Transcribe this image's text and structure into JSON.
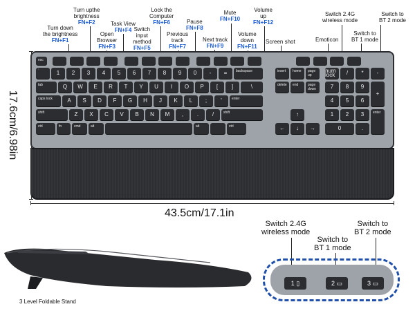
{
  "callouts": {
    "turn_down_brightness": {
      "label": "Turn down\nthe brightness",
      "fn": "FN+F1"
    },
    "turn_up_brightness": {
      "label": "Turn upthe\nbrightness",
      "fn": "FN+F2"
    },
    "open_browser": {
      "label": "Open\nBrowser",
      "fn": "FN+F3"
    },
    "task_view": {
      "label": "Task View",
      "fn": "FN+F4"
    },
    "switch_input_method": {
      "label": "Switch\ninput\nmethod",
      "fn": "FN+F5"
    },
    "lock_computer": {
      "label": "Lock the\nComputer",
      "fn": "FN+F6"
    },
    "previous_track": {
      "label": "Previous\ntrack",
      "fn": "FN+F7"
    },
    "pause": {
      "label": "Pause",
      "fn": "FN+F8"
    },
    "next_track": {
      "label": "Next track",
      "fn": "FN+F9"
    },
    "mute": {
      "label": "Mute",
      "fn": "FN+F10"
    },
    "volume_down": {
      "label": "Volume\ndown",
      "fn": "FN+F11"
    },
    "volume_up": {
      "label": "Volume\nup",
      "fn": "FN+F12"
    },
    "screen_shot": {
      "label": "Screen shot",
      "fn": ""
    },
    "emoticon": {
      "label": "Emoticon",
      "fn": ""
    },
    "switch_24g": {
      "label": "Switch 2.4G\nwireless mode",
      "fn": ""
    },
    "switch_bt1": {
      "label": "Switch to\nBT 1 mode",
      "fn": ""
    },
    "switch_bt2": {
      "label": "Switch to\nBT 2 mode",
      "fn": ""
    }
  },
  "dimensions": {
    "height": "17.6cm/6.98in",
    "width": "43.5cm/17.1in"
  },
  "stand_label": "3 Level Foldable Stand",
  "zoom": {
    "label_24g": "Switch 2.4G\nwireless mode",
    "label_bt1": "Switch to\nBT 1 mode",
    "label_bt2": "Switch to\nBT 2 mode",
    "key1": "1",
    "key2": "2",
    "key3": "3"
  },
  "keys": {
    "row1": [
      "esc",
      "",
      "",
      "",
      "",
      "",
      "",
      "",
      "",
      "",
      "",
      "",
      "",
      "",
      "",
      "",
      ""
    ],
    "row2": [
      "`",
      "1",
      "2",
      "3",
      "4",
      "5",
      "6",
      "7",
      "8",
      "9",
      "0",
      "-",
      "=",
      "backspace",
      "insert",
      "home",
      "page up",
      "num lock",
      "/",
      "*",
      "-"
    ],
    "row3": [
      "tab",
      "Q",
      "W",
      "E",
      "R",
      "T",
      "Y",
      "U",
      "I",
      "O",
      "P",
      "[",
      "]",
      "\\",
      "delete",
      "end",
      "page down",
      "7",
      "8",
      "9",
      "+"
    ],
    "row4": [
      "caps lock",
      "A",
      "S",
      "D",
      "F",
      "G",
      "H",
      "J",
      "K",
      "L",
      ";",
      "'",
      "enter",
      "4",
      "5",
      "6"
    ],
    "row5": [
      "shift",
      "Z",
      "X",
      "C",
      "V",
      "B",
      "N",
      "M",
      ",",
      ".",
      "/",
      "shift",
      "↑",
      "1",
      "2",
      "3",
      "enter"
    ],
    "row6": [
      "ctrl",
      "fn",
      "cmd",
      "alt",
      "",
      "alt",
      "",
      "ctrl",
      "←",
      "↓",
      "→",
      "0",
      "."
    ]
  },
  "colors": {
    "accent_fn": "#1a5bd6",
    "zoom_border": "#1f4fa8",
    "key": "#2b2d31",
    "frame": "#9ea3aa"
  }
}
